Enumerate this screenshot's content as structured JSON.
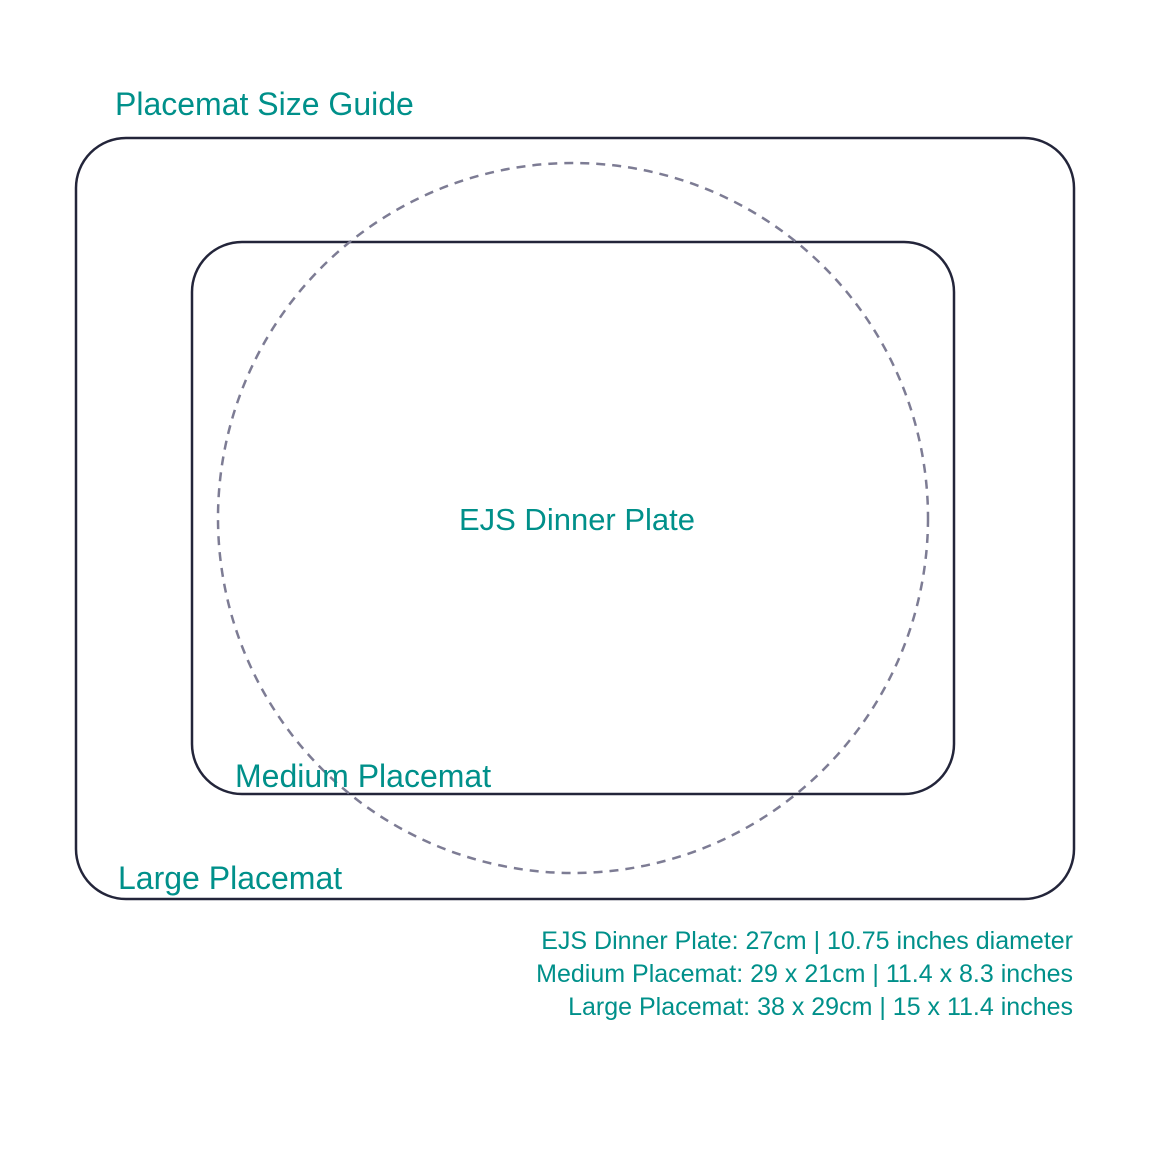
{
  "title": "Placemat Size Guide",
  "labels": {
    "plate": "EJS Dinner Plate",
    "medium": "Medium Placemat",
    "large": "Large Placemat"
  },
  "specs": [
    "EJS Dinner Plate: 27cm | 10.75 inches diameter",
    "Medium Placemat: 29 x 21cm | 11.4 x 8.3 inches",
    "Large Placemat: 38 x 29cm | 15 x 11.4 inches"
  ],
  "colors": {
    "text": "#00908a",
    "outline": "#23253a",
    "dashed": "#7d7c94"
  }
}
